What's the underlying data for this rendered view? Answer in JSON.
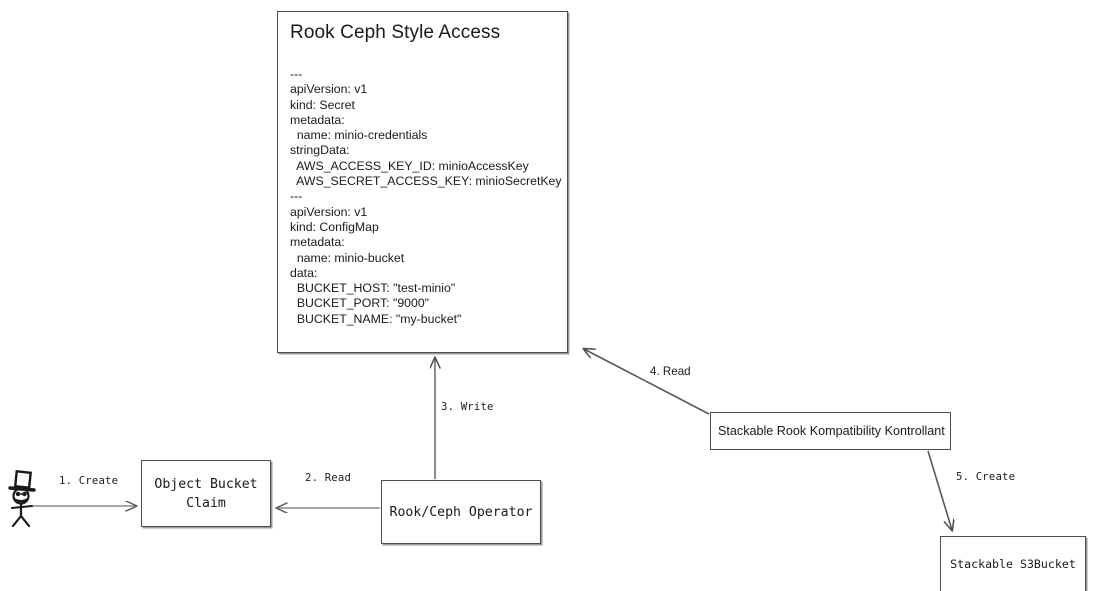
{
  "diagram": {
    "title": "Rook Ceph Style Access",
    "nodes": {
      "spec_card": {
        "title": "Rook Ceph Style Access",
        "body": "---\napiVersion: v1\nkind: Secret\nmetadata:\n  name: minio-credentials\nstringData:\n  AWS_ACCESS_KEY_ID: minioAccessKey\n  AWS_SECRET_ACCESS_KEY: minioSecretKey\n---\napiVersion: v1\nkind: ConfigMap\nmetadata:\n  name: minio-bucket\ndata:\n  BUCKET_HOST: \"test-minio\"\n  BUCKET_PORT: \"9000\"\n  BUCKET_NAME: \"my-bucket\""
      },
      "object_bucket_claim": {
        "label": "Object Bucket\nClaim"
      },
      "operator": {
        "label": "Rook/Ceph Operator"
      },
      "kontrollant": {
        "label": "Stackable Rook Kompatibility Kontrollant"
      },
      "s3bucket": {
        "label": "Stackable S3Bucket"
      },
      "actor": {
        "label": "user-actor"
      }
    },
    "edges": [
      {
        "id": "create-1",
        "label": "1. Create",
        "from": "actor",
        "to": "object_bucket_claim"
      },
      {
        "id": "read-2",
        "label": "2. Read",
        "from": "operator",
        "to": "object_bucket_claim"
      },
      {
        "id": "write-3",
        "label": "3. Write",
        "from": "operator",
        "to": "spec_card"
      },
      {
        "id": "read-4",
        "label": "4. Read",
        "from": "kontrollant",
        "to": "spec_card"
      },
      {
        "id": "create-5",
        "label": "5. Create",
        "from": "kontrollant",
        "to": "s3bucket"
      }
    ],
    "colors": {
      "stroke": "#4d4d4d",
      "arrow": "#595959",
      "text": "#1a1a1a",
      "background": "#ffffff",
      "shadow": "#9a9a9a"
    }
  }
}
